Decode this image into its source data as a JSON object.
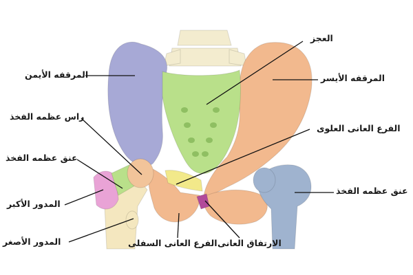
{
  "colors": {
    "right_hip": "#a7a9d6",
    "left_hip": "#f2b98e",
    "sacrum": "#b9e08a",
    "left_femur": "#9fb3cf",
    "right_femur": "#f4e7bf",
    "femoral_head": "#f2c49a",
    "greater_trochanter": "#e9a3d6",
    "superior_ramus": "#f2e98a",
    "symphysis": "#b24a9a",
    "spine": "#f3eccf",
    "leader_line": "#111111"
  },
  "labels": {
    "sacrum": "العجز",
    "left_hip": "المرقفه الأيسر",
    "right_hip": "المرقفه الأيمن",
    "femur_head": "راس عظمه الفخذ",
    "superior_ramus": "الفرع العانى العلوى",
    "femur_neck_right": "عنق عظمه الفخذ",
    "femur_neck_left": "عنق عظمه الفخذ",
    "greater_trochanter": "المدور الأكبر",
    "lesser_trochanter": "المدور الأصغر",
    "inferior_ramus": "الفرع العانى السفلى",
    "symphysis": "الارتفاق العانى"
  }
}
